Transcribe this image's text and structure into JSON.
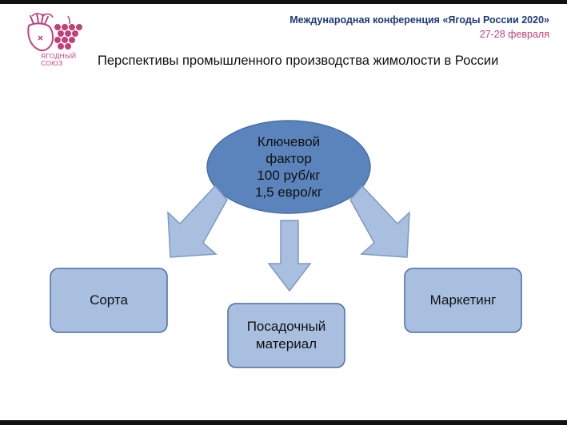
{
  "header": {
    "logo_text_line1": "ЯГОДНЫЙ",
    "logo_text_line2": "СОЮЗ",
    "conference_title": "Международная конференция «Ягоды России 2020»",
    "conference_date": "27-28 февраля"
  },
  "slide": {
    "title": "Перспективы промышленного производства жимолости в России"
  },
  "diagram": {
    "center": {
      "line1": "Ключевой",
      "line2": "фактор",
      "line3": "100 руб/кг",
      "line4": "1,5 евро/кг"
    },
    "nodes": {
      "varieties": "Сорта",
      "planting_line1": "Посадочный",
      "planting_line2": "материал",
      "marketing": "Маркетинг"
    },
    "colors": {
      "ellipse_fill": "#5b84bd",
      "box_fill": "#a9bfe0",
      "arrow_fill": "#a9bfe0",
      "stroke": "#4a6fa5",
      "brand_pink": "#c2407a",
      "brand_navy": "#1d3a78"
    }
  }
}
